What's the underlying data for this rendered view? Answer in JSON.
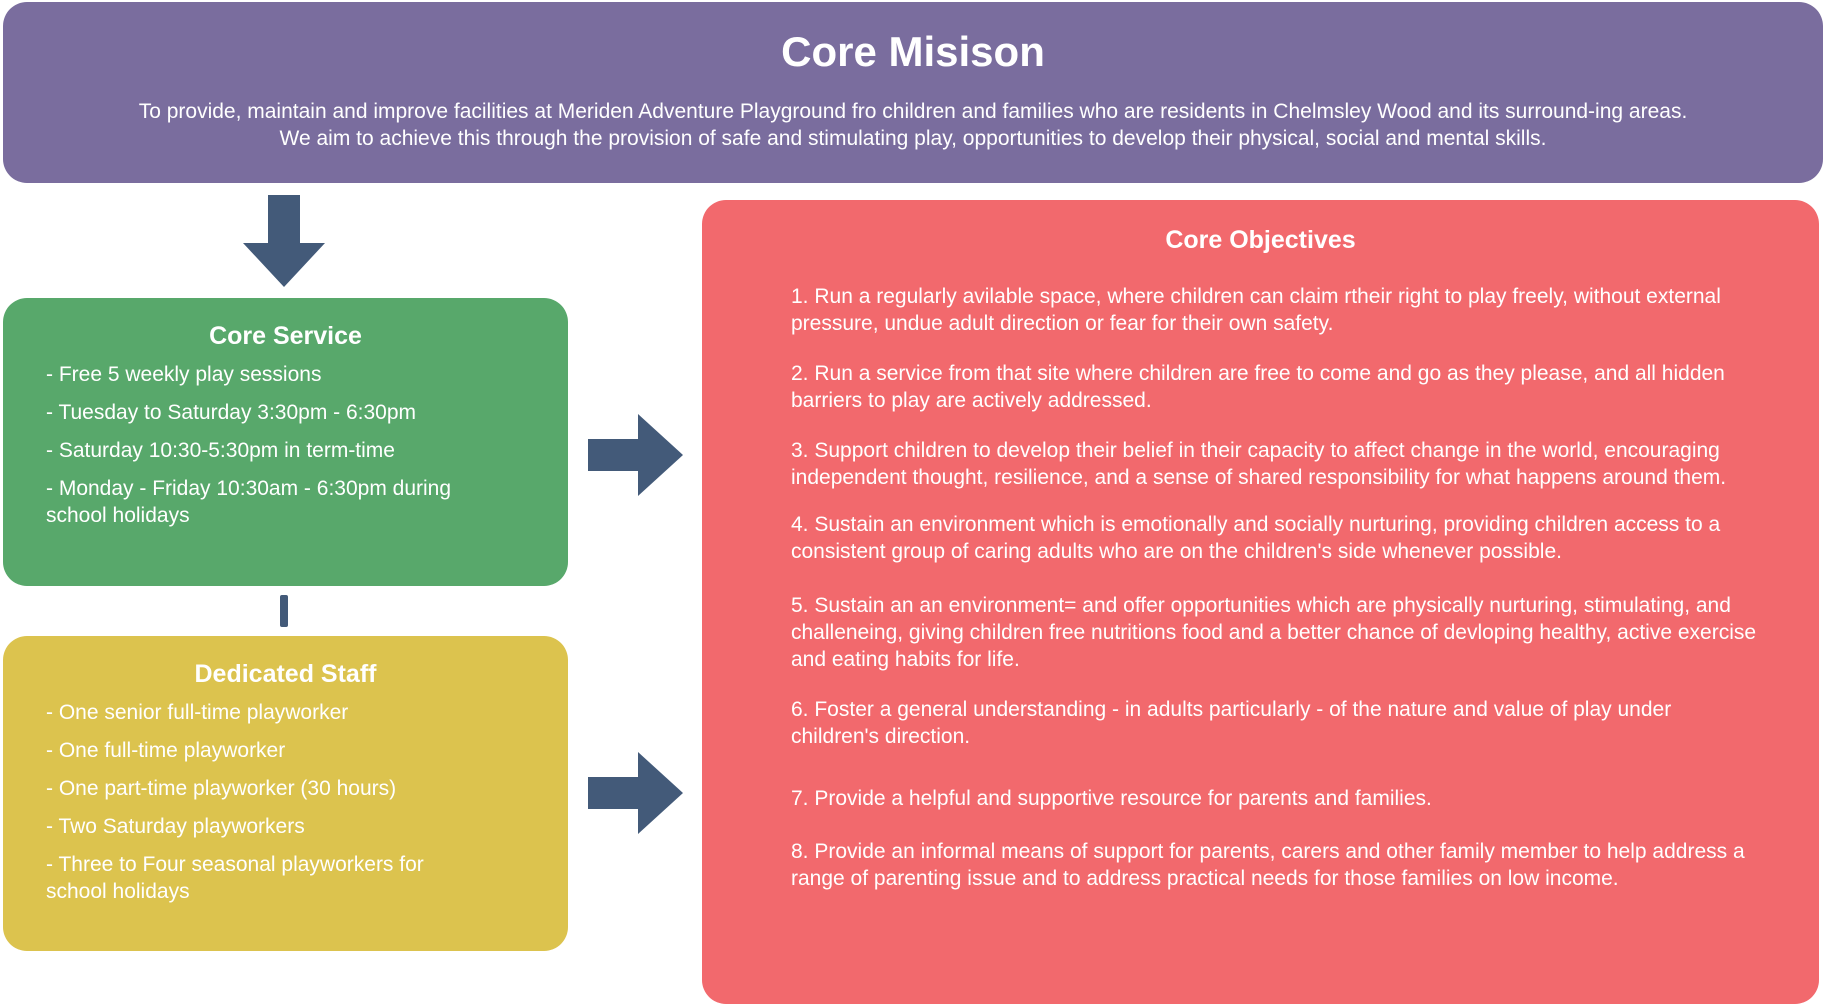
{
  "colors": {
    "mission_bg": "#7a6d9e",
    "service_bg": "#58a86b",
    "staff_bg": "#dcc34e",
    "objectives_bg": "#f2696d",
    "arrow": "#435a79"
  },
  "mission": {
    "title": "Core Misison",
    "description": "To provide, maintain and improve facilities at Meriden Adventure Playground fro children and families who are residents in Chelmsley Wood and its surround-ing areas. We aim to achieve this through the provision of safe and stimulating play, opportunities to develop their physical, social and mental skills."
  },
  "service": {
    "title": "Core Service",
    "items": [
      "- Free 5 weekly play sessions",
      "- Tuesday to Saturday 3:30pm - 6:30pm",
      "- Saturday 10:30-5:30pm in term-time",
      "- Monday - Friday 10:30am - 6:30pm during school holidays"
    ]
  },
  "staff": {
    "title": "Dedicated Staff",
    "items": [
      "- One senior full-time playworker",
      "- One full-time playworker",
      "- One part-time playworker (30 hours)",
      "- Two Saturday playworkers",
      "- Three to Four seasonal playworkers for school holidays"
    ]
  },
  "objectives": {
    "title": "Core Objectives",
    "items": [
      "1. Run a regularly avilable space, where children can claim rtheir right to play freely, without external pressure, undue adult direction or fear for their own safety.",
      "2. Run a service from that site where children are free to come and go as they please, and all hidden barriers to play are actively addressed.",
      "3. Support children to develop their belief in their capacity to affect change in the world, encouraging independent thought, resilience, and a sense of shared responsibility for what happens around them.",
      "4. Sustain an environment which is emotionally and socially nurturing, providing children access to a consistent group of caring adults who are on the children's side whenever possible.",
      "5. Sustain an an environment= and offer opportunities which are physically nurturing, stimulating, and challeneing, giving children free nutritions food and a better chance of devloping healthy, active exercise and eating habits for life.",
      "6. Foster a general understanding - in adults particularly - of the nature and value of play under children's direction.",
      "7. Provide a helpful and supportive resource for parents and families.",
      "8. Provide an informal means of support for parents, carers and other family member to help address a range of parenting issue and to address practical needs for those families on low income."
    ]
  }
}
